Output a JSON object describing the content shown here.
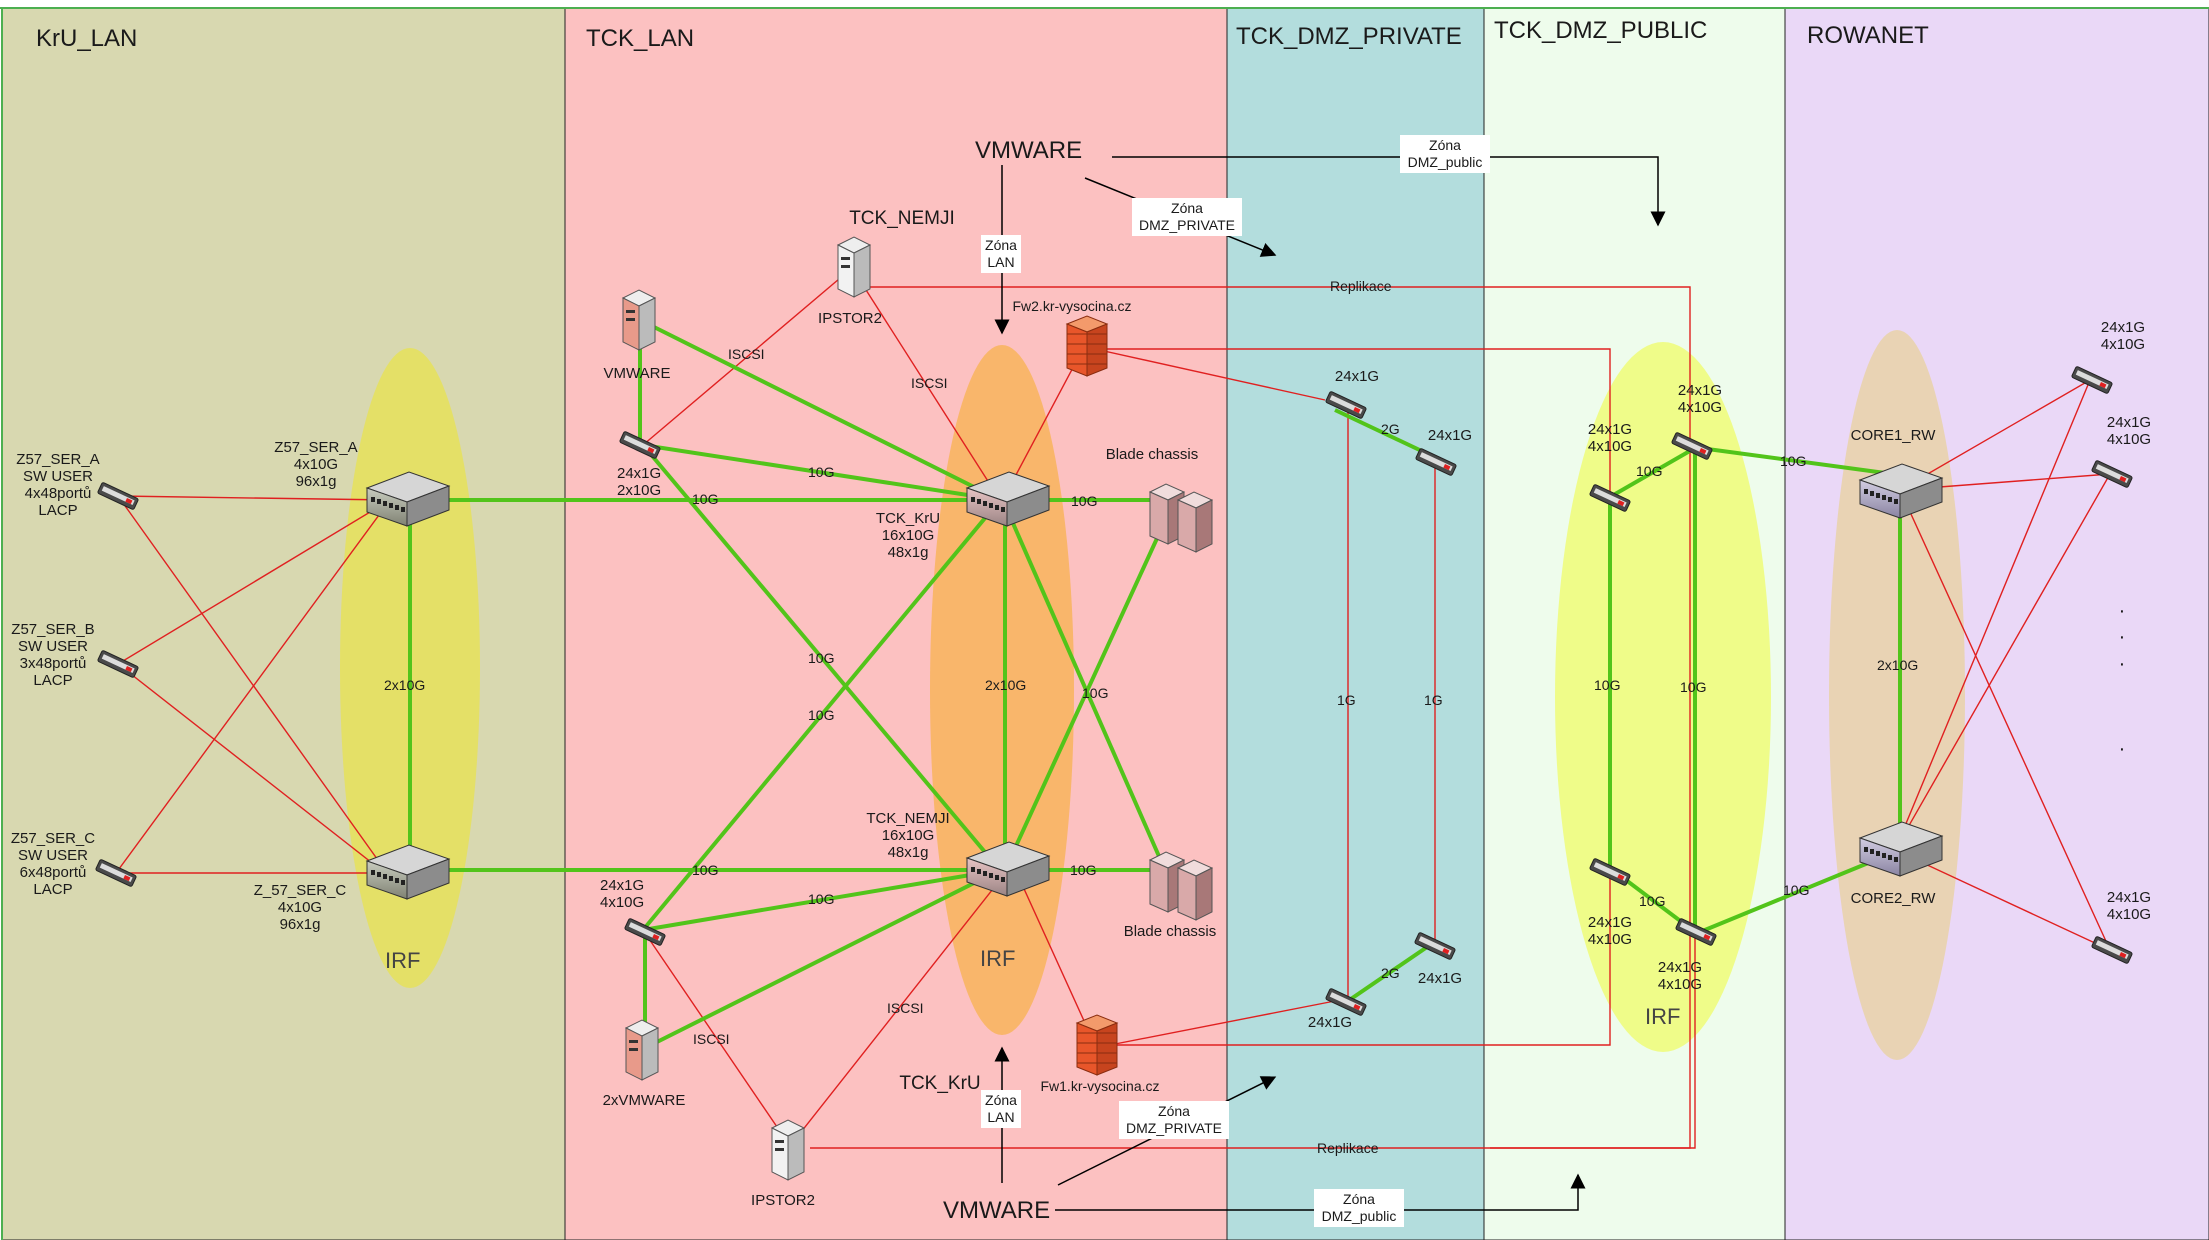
{
  "zones": [
    {
      "id": "kru_lan",
      "title": "KrU_LAN",
      "color": "#d8d8b0"
    },
    {
      "id": "tck_lan",
      "title": "TCK_LAN",
      "color": "#fcc1c1"
    },
    {
      "id": "dmz_private",
      "title": "TCK_DMZ_PRIVATE",
      "color": "#b3dddd"
    },
    {
      "id": "dmz_public",
      "title": "TCK_DMZ_PUBLIC",
      "color": "#eefcec"
    },
    {
      "id": "rowanet",
      "title": "ROWANET",
      "color": "#ead8f7"
    }
  ],
  "irf_label": "IRF",
  "devices": {
    "z57_ser_a_left": [
      "Z57_SER_A",
      "SW USER",
      "4x48portů",
      "LACP"
    ],
    "z57_ser_b_left": [
      "Z57_SER_B",
      "SW USER",
      "3x48portů",
      "LACP"
    ],
    "z57_ser_c_left": [
      "Z57_SER_C",
      "SW USER",
      "6x48portů",
      "LACP"
    ],
    "z57_ser_a_core": [
      "Z57_SER_A",
      "4x10G",
      "96x1g"
    ],
    "z57_ser_c_core": [
      "Z_57_SER_C",
      "4x10G",
      "96x1g"
    ],
    "tck_kru_core": [
      "TCK_KrU",
      "16x10G",
      "48x1g"
    ],
    "tck_nemji_core": [
      "TCK_NEMJI",
      "16x10G",
      "48x1g"
    ],
    "sw_tck_top": [
      "24x1G",
      "2x10G"
    ],
    "sw_tck_bottom": [
      "24x1G",
      "4x10G"
    ],
    "vmware_top": "VMWARE",
    "vmware_bottom": "2xVMWARE",
    "ipstor_top": "IPSTOR2",
    "ipstor_bottom": "IPSTOR2",
    "ipstor_top_site": "TCK_NEMJI",
    "ipstor_bottom_site": "TCK_KrU",
    "blade_top": "Blade chassis",
    "blade_bottom": "Blade chassis",
    "fw2": "Fw2.kr-vysocina.cz",
    "fw1": "Fw1.kr-vysocina.cz",
    "priv_sw_tl": "24x1G",
    "priv_sw_tr": "24x1G",
    "priv_sw_bl": "24x1G",
    "priv_sw_br": "24x1G",
    "pub_sw_tl": [
      "24x1G",
      "4x10G"
    ],
    "pub_sw_tr": [
      "24x1G",
      "4x10G"
    ],
    "pub_sw_bl": [
      "24x1G",
      "4x10G"
    ],
    "pub_sw_br": [
      "24x1G",
      "4x10G"
    ],
    "core1_rw": "CORE1_RW",
    "core2_rw": "CORE2_RW",
    "rw_sw1": [
      "24x1G",
      "4x10G"
    ],
    "rw_sw2": [
      "24x1G",
      "4x10G"
    ],
    "rw_sw3": [
      "24x1G",
      "4x10G"
    ],
    "rw_dots": "·"
  },
  "vmware_sources": {
    "top": "VMWARE",
    "bottom": "VMWARE"
  },
  "zone_notes": {
    "zona_lan_top": [
      "Zóna",
      "LAN"
    ],
    "zona_lan_bottom": [
      "Zóna",
      "LAN"
    ],
    "dmz_private_top": [
      "Zóna",
      "DMZ_PRIVATE"
    ],
    "dmz_private_bottom": [
      "Zóna",
      "DMZ_PRIVATE"
    ],
    "dmz_public_top": [
      "Zóna",
      "DMZ_public"
    ],
    "dmz_public_bottom": [
      "Zóna",
      "DMZ_public"
    ]
  },
  "link_labels": {
    "irf_kru": "2x10G",
    "irf_tck": "2x10G",
    "irf_rw": "2x10G",
    "ten_g": "10G",
    "one_g": "1G",
    "two_g": "2G",
    "iscsi": "ISCSI",
    "replikace": "Replikace"
  },
  "colors": {
    "fiber": "#52c41a",
    "copper": "#e02020",
    "arrow": "#000000",
    "irf_yellow": "#e6e25a",
    "irf_orange": "#f8b45c"
  }
}
